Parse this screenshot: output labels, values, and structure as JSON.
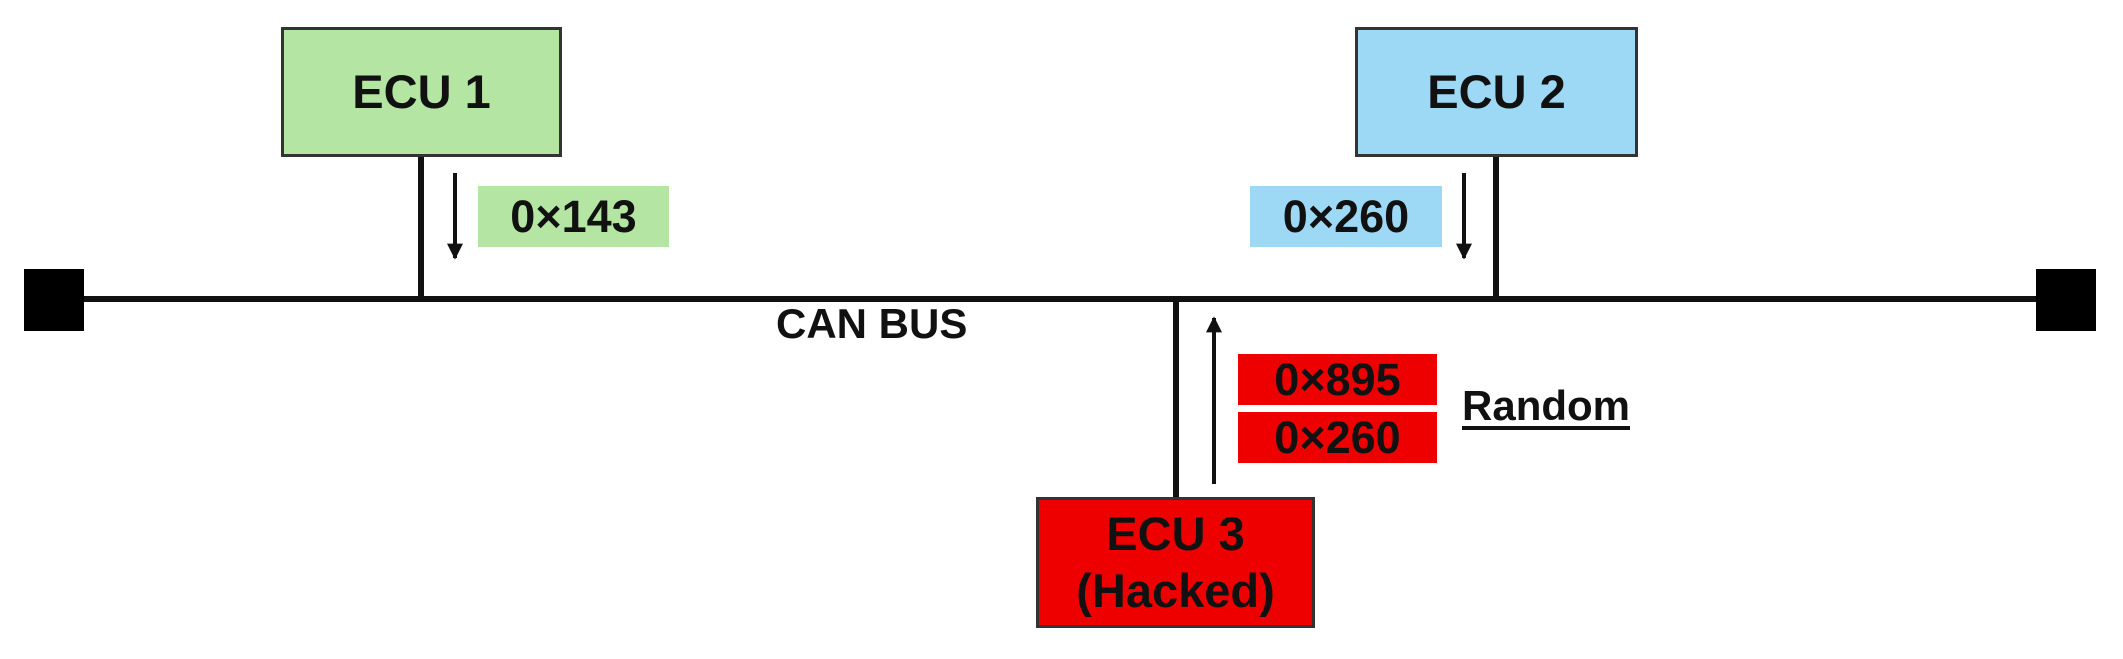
{
  "bus": {
    "label": "CAN BUS"
  },
  "nodes": {
    "ecu1": {
      "label": "ECU 1",
      "color": "#b5e5a3"
    },
    "ecu2": {
      "label": "ECU 2",
      "color": "#9dd9f5"
    },
    "ecu3": {
      "line1": "ECU 3",
      "line2": "(Hacked)",
      "color": "#ef0000"
    }
  },
  "messages": {
    "ecu1_id": "0×143",
    "ecu2_id": "0×260",
    "ecu3_ids": [
      "0×895",
      "0×260"
    ],
    "ecu3_note": "Random"
  }
}
